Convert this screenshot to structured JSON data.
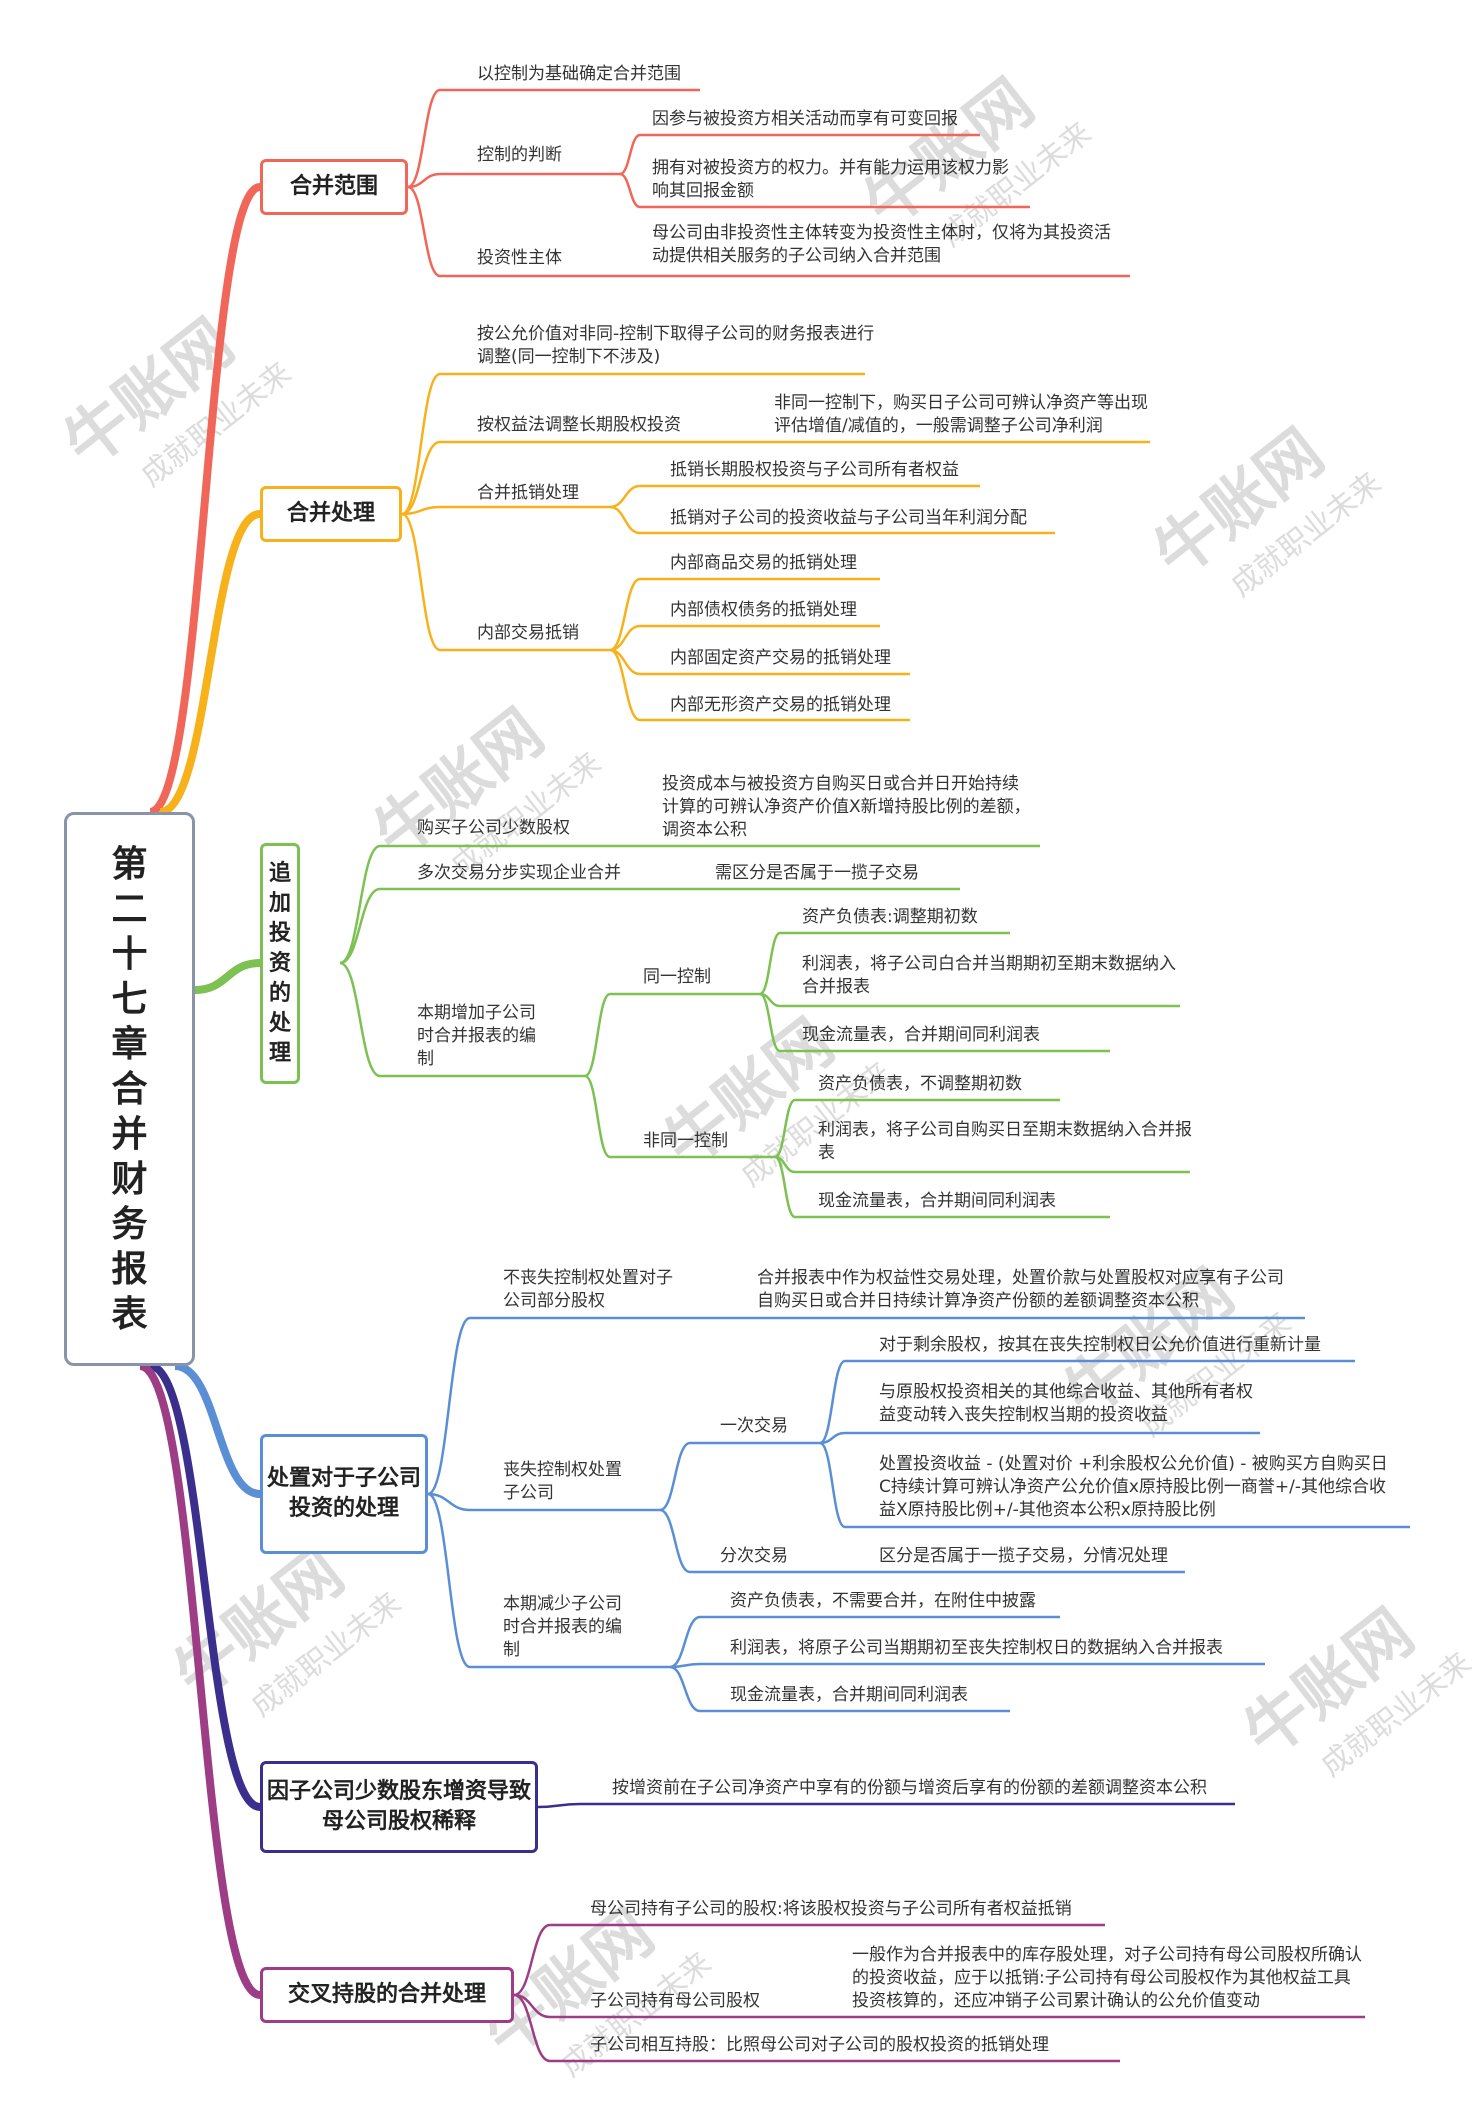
{
  "root": {
    "title": "第二十七章合并财务报表"
  },
  "watermark": {
    "brand": "牛账网",
    "slogan": "成就职业未来"
  },
  "colors": {
    "red": "#f0675a",
    "orange": "#f7b21b",
    "green": "#7cc152",
    "blue": "#5a8fd6",
    "navy": "#3a2f8c",
    "purple": "#9c3d86"
  },
  "sections": [
    {
      "title": "合并范围",
      "color": "#f0675a",
      "items": [
        {
          "label": "以控制为基础确定合并范围"
        },
        {
          "label": "控制的判断",
          "children": [
            "因参与被投资方相关活动而享有可变回报",
            "拥有对被投资方的权力。并有能力运用该权力影响其回报金额"
          ]
        },
        {
          "label": "投资性主体",
          "detail": "母公司由非投资性主体转变为投资性主体时，仅将为其投资活动提供相关服务的子公司纳入合并范围"
        }
      ]
    },
    {
      "title": "合并处理",
      "color": "#f7b21b",
      "items": [
        {
          "label": "按公允价值对非同-控制下取得子公司的财务报表进行调整(同一控制下不涉及)"
        },
        {
          "label": "按权益法调整长期股权投资",
          "detail": "非同一控制下，购买日子公司可辨认净资产等出现评估增值/减值的，一般需调整子公司净利润"
        },
        {
          "label": "合并抵销处理",
          "children": [
            "抵销长期股权投资与子公司所有者权益",
            "抵销对子公司的投资收益与子公司当年利润分配"
          ]
        },
        {
          "label": "内部交易抵销",
          "children": [
            "内部商品交易的抵销处理",
            "内部债权债务的抵销处理",
            "内部固定资产交易的抵销处理",
            "内部无形资产交易的抵销处理"
          ]
        }
      ]
    },
    {
      "title": "追加投资的处理",
      "color": "#7cc152",
      "items": [
        {
          "label": "购买子公司少数股权",
          "detail": "投资成本与被投资方自购买日或合并日开始持续计算的可辨认净资产价值X新增持股比例的差额，调资本公积"
        },
        {
          "label": "多次交易分步实现企业合并",
          "detail": "需区分是否属于一揽子交易"
        },
        {
          "label": "本期增加子公司时合并报表的编制",
          "groups": [
            {
              "label": "同一控制",
              "children": [
                "资产负债表:调整期初数",
                "利润表，将子公司白合并当期期初至期末数据纳入合并报表",
                "现金流量表，合并期间同利润表"
              ]
            },
            {
              "label": "非同一控制",
              "children": [
                "资产负债表，不调整期初数",
                "利润表，将子公司自购买日至期末数据纳入合并报表",
                "现金流量表，合并期间同利润表"
              ]
            }
          ]
        }
      ]
    },
    {
      "title": "处置对于子公司投资的处理",
      "color": "#5a8fd6",
      "items": [
        {
          "label": "不丧失控制权处置对子公司部分股权",
          "detail": "合并报表中作为权益性交易处理，处置价款与处置股权对应享有子公司自购买日或合并日持续计算净资产份额的差额调整资本公积"
        },
        {
          "label": "丧失控制权处置子公司",
          "groups": [
            {
              "label": "一次交易",
              "children": [
                "对于剩余股权，按其在丧失控制权日公允价值进行重新计量",
                "与原股权投资相关的其他综合收益、其他所有者权益变动转入丧失控制权当期的投资收益",
                "处置投资收益 - (处置对价 +利余股权公允价值) - 被购买方自购买日C持续计算可辨认净资产公允价值x原持股比例一商誉+/-其他综合收益X原持股比例+/-其他资本公积x原持股比例"
              ]
            },
            {
              "label": "分次交易",
              "children": [
                "区分是否属于一揽子交易，分情况处理"
              ]
            }
          ]
        },
        {
          "label": "本期减少子公司时合并报表的编制",
          "children": [
            "资产负债表，不需要合并，在附住中披露",
            "利润表，将原子公司当期期初至丧失控制权日的数据纳入合并报表",
            "现金流量表，合并期间同利润表"
          ]
        }
      ]
    },
    {
      "title": "因子公司少数股东增资导致母公司股权稀释",
      "color": "#3a2f8c",
      "items": [
        {
          "label": "按增资前在子公司净资产中享有的份额与增资后享有的份额的差额调整资本公积"
        }
      ]
    },
    {
      "title": "交叉持股的合并处理",
      "color": "#9c3d86",
      "items": [
        {
          "label": "母公司持有子公司的股权:将该股权投资与子公司所有者权益抵销"
        },
        {
          "label": "子公司持有母公司股权",
          "detail": "一般作为合并报表中的库存股处理，对子公司持有母公司股权所确认的投资收益，应于以抵销:子公司持有母公司股权作为其他权益工具投资核算的，还应冲销子公司累计确认的公允价值变动"
        },
        {
          "label": "子公司相互持股：比照母公司对子公司的股权投资的抵销处理"
        }
      ]
    }
  ]
}
